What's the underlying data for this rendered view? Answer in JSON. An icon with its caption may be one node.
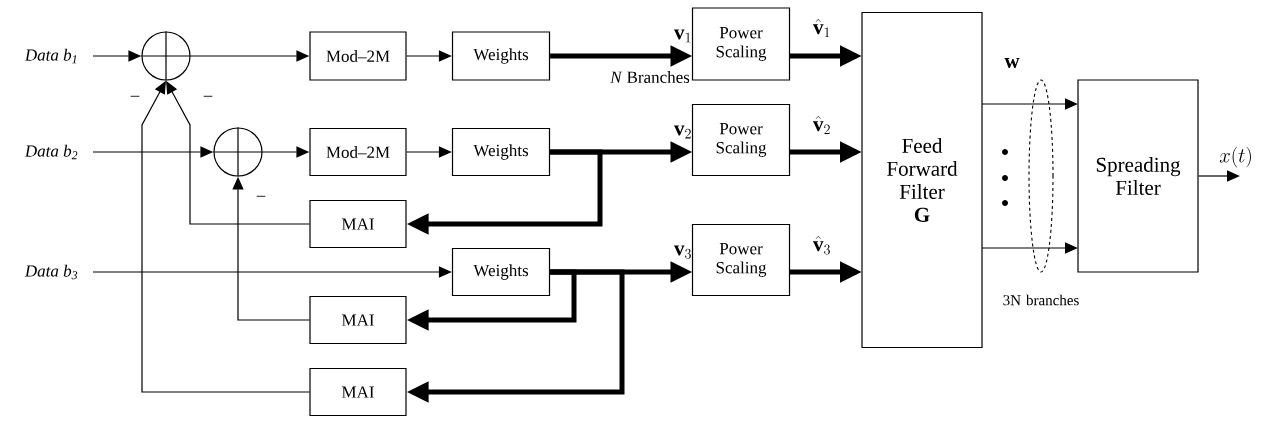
{
  "diagram": {
    "nodes": [
      {
        "text": [
          "Data b$_{1}$"
        ]
      },
      {
        "text": [
          "Data b$_{2}$"
        ]
      },
      {
        "text": [
          "Data b$_{3}$"
        ]
      },
      {
        "text": [],
        "shape": "circle"
      },
      {
        "text": [],
        "shape": "circle"
      },
      {
        "text": [
          "Mod–2M"
        ]
      },
      {
        "text": [
          "Mod–2M"
        ]
      },
      {
        "text": [
          "Weights"
        ]
      },
      {
        "text": [
          "Weights"
        ]
      },
      {
        "text": [
          "Weights"
        ]
      },
      {
        "text": [
          "MAI"
        ]
      },
      {
        "text": [
          "MAI"
        ]
      },
      {
        "text": [
          "MAI"
        ]
      },
      {
        "text": [
          "Power Scaling"
        ]
      },
      {
        "text": [
          "Power Scaling"
        ]
      },
      {
        "text": [
          "Power Scaling"
        ]
      },
      {
        "text": [
          "Feed Forward Filter",
          "G"
        ]
      },
      {
        "text": [
          "Spreading Filter"
        ]
      }
    ],
    "edges": [
      {
        "from": 0,
        "to": 3,
        "arrow": "to"
      },
      {
        "from": 3,
        "to": 5,
        "arrow": "to"
      },
      {
        "from": 1,
        "to": 4,
        "arrow": "to"
      },
      {
        "from": 4,
        "to": 6,
        "arrow": "to"
      },
      {
        "from": 5,
        "to": 7,
        "arrow": "to"
      },
      {
        "from": 6,
        "to": 8,
        "arrow": "to"
      },
      {
        "from": 2,
        "to": 9,
        "arrow": "to"
      },
      {
        "from": 7,
        "to": 13,
        "arrow": "to",
        "style": "thick",
        "label": "\\mathbf{v}_1"
      },
      {
        "from": 8,
        "to": 14,
        "arrow": "to",
        "style": "thick",
        "label": "\\mathbf{v}_2"
      },
      {
        "from": 8,
        "to": 10,
        "arrow": "to",
        "style": "thick"
      },
      {
        "from": 9,
        "to": 15,
        "arrow": "to",
        "style": "thick",
        "label": "\\mathbf{v}_3"
      },
      {
        "from": 9,
        "to": 11,
        "arrow": "to",
        "style": "thick"
      },
      {
        "from": 9,
        "to": 12,
        "arrow": "to",
        "style": "thick"
      },
      {
        "from": 13,
        "to": 16,
        "arrow": "to",
        "style": "thick",
        "label": "\\hat{\\mathbf{v}}_1"
      },
      {
        "from": 14,
        "to": 16,
        "arrow": "to",
        "style": "thick",
        "label": "\\hat{\\mathbf{v}}_2"
      },
      {
        "from": 15,
        "to": 16,
        "arrow": "to",
        "style": "thick",
        "label": "\\hat{\\mathbf{v}}_3"
      },
      {
        "from": 16,
        "to": 17,
        "arrow": "to",
        "label": "\\mathbf{w}"
      },
      {
        "from": 16,
        "to": 17,
        "arrow": "to"
      },
      {
        "from": 17,
        "to": null,
        "arrow": "to",
        "label": "x(t)"
      },
      {
        "from": 10,
        "to": 3,
        "arrow": "to"
      },
      {
        "from": 11,
        "to": 4,
        "arrow": "to"
      },
      {
        "from": 12,
        "to": 3,
        "arrow": "to"
      }
    ],
    "labels": [
      "–",
      "–",
      "*N* Branches",
      "–",
      "3N branches"
    ]
  }
}
